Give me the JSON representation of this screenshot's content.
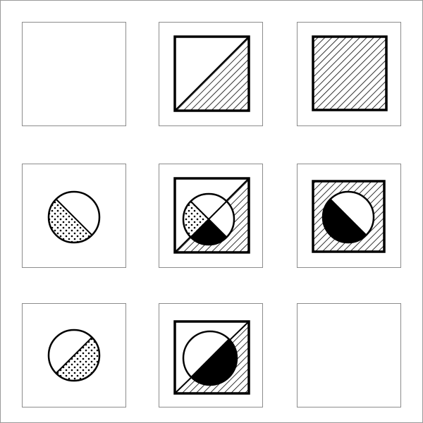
{
  "puzzle": {
    "rows": [
      [
        {
          "square": "none",
          "circle": "none"
        },
        {
          "square": "lower-right-hatched",
          "circle": "none"
        },
        {
          "square": "fully-hatched",
          "circle": "none"
        }
      ],
      [
        {
          "square": "none",
          "circle": "lower-left-dotted"
        },
        {
          "square": "lower-right-hatched",
          "circle": "quadrants-dotted-left-black-bottom"
        },
        {
          "square": "fully-hatched",
          "circle": "lower-left-black"
        }
      ],
      [
        {
          "square": "none",
          "circle": "lower-right-dotted"
        },
        {
          "square": "lower-right-hatched",
          "circle": "lower-right-black"
        },
        {
          "square": "none",
          "circle": "none"
        }
      ]
    ],
    "fills": {
      "hatch": "diagonal-lines",
      "dots": "dot-pattern",
      "solid": "#000000"
    },
    "colors": {
      "stroke": "#000000",
      "cell_border": "#8c8c8c",
      "frame_border": "#9a9a9a",
      "background": "#ffffff"
    }
  }
}
